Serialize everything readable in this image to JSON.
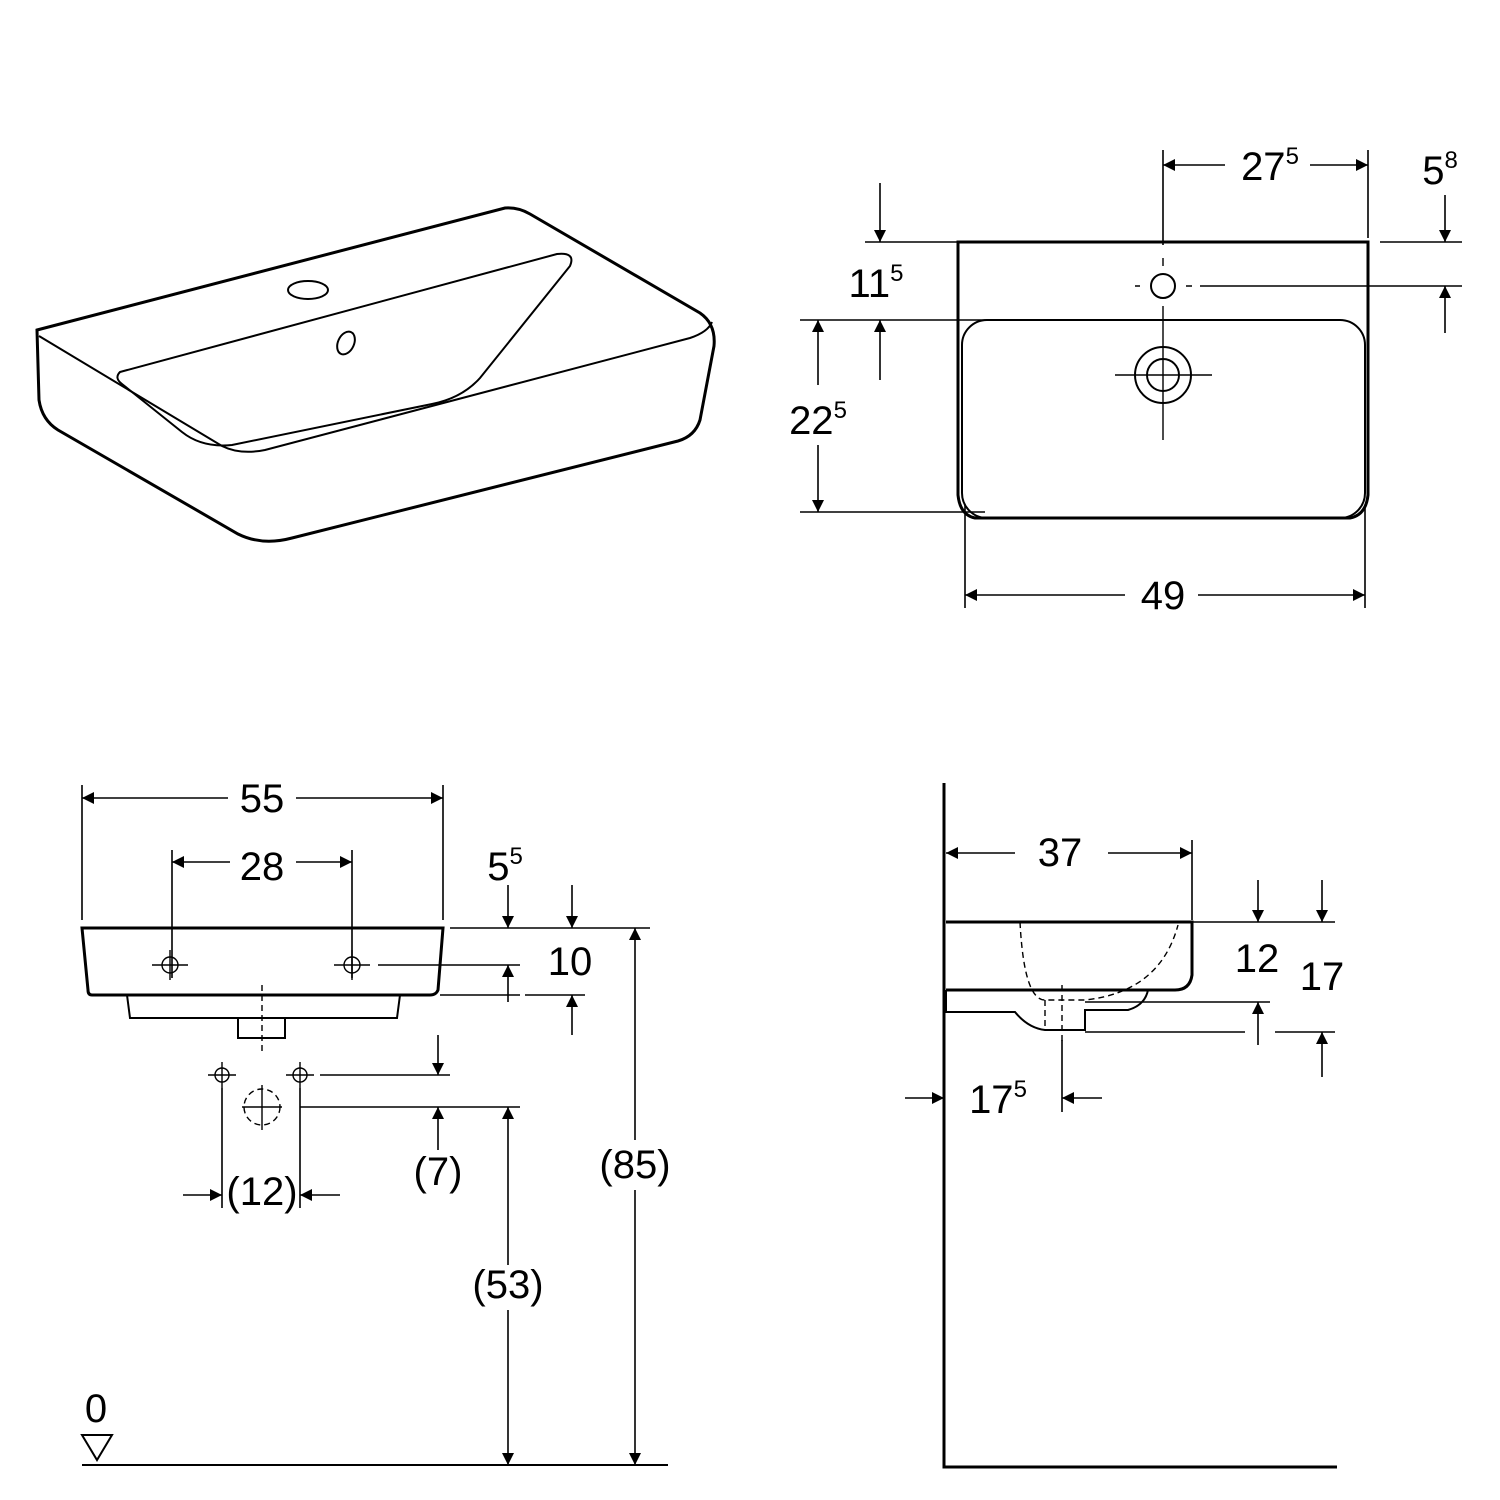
{
  "drawing": {
    "plan_view": {
      "tap_hole_offset": {
        "base": "27",
        "sup": "5"
      },
      "tap_hole_from_back": {
        "base": "5",
        "sup": "8"
      },
      "bowl_from_back": {
        "base": "11",
        "sup": "5"
      },
      "bowl_depth": {
        "base": "22",
        "sup": "5"
      },
      "depth": {
        "base": "49",
        "sup": ""
      }
    },
    "front_view": {
      "width": {
        "base": "55",
        "sup": ""
      },
      "fixing_distance": {
        "base": "28",
        "sup": ""
      },
      "fixing_height": {
        "base": "5",
        "sup": "5"
      },
      "rim_height": {
        "base": "10",
        "sup": ""
      },
      "total_height": {
        "base": "(85)",
        "sup": ""
      },
      "supply_offset": {
        "base": "(7)",
        "sup": ""
      },
      "supply_spacing": {
        "base": "(12)",
        "sup": ""
      },
      "waste_height": {
        "base": "(53)",
        "sup": ""
      },
      "floor_level": {
        "base": "0",
        "sup": ""
      }
    },
    "side_view": {
      "projection": {
        "base": "37",
        "sup": ""
      },
      "bowl_height": {
        "base": "12",
        "sup": ""
      },
      "overall_height": {
        "base": "17",
        "sup": ""
      },
      "waste_from_wall": {
        "base": "17",
        "sup": "5"
      }
    }
  }
}
